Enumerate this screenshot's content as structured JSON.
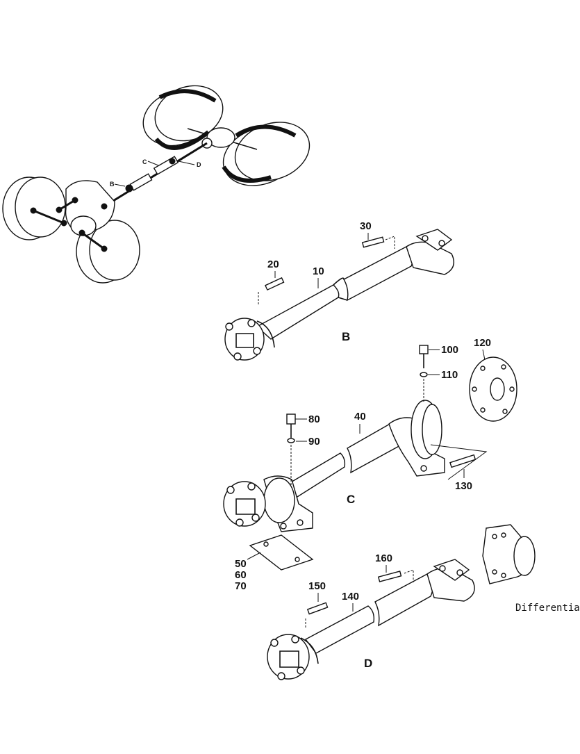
{
  "overview": {
    "label_b": "B",
    "label_c": "C",
    "label_d": "D"
  },
  "assembly_b": {
    "letter": "B",
    "callouts": {
      "shaft": "10",
      "bolt_front": "20",
      "bolt_rear": "30"
    }
  },
  "assembly_c": {
    "letter": "C",
    "callouts": {
      "shaft": "40",
      "plate": "50",
      "plate_2": "60",
      "plate_3": "70",
      "bolt": "80",
      "washer": "90",
      "top_bolt": "100",
      "top_washer": "110",
      "flange_ring": "120",
      "side_bolt": "130"
    }
  },
  "assembly_d": {
    "letter": "D",
    "callouts": {
      "shaft": "140",
      "bolt_front": "150",
      "bolt_rear": "160"
    },
    "differential_label": "Differential"
  }
}
